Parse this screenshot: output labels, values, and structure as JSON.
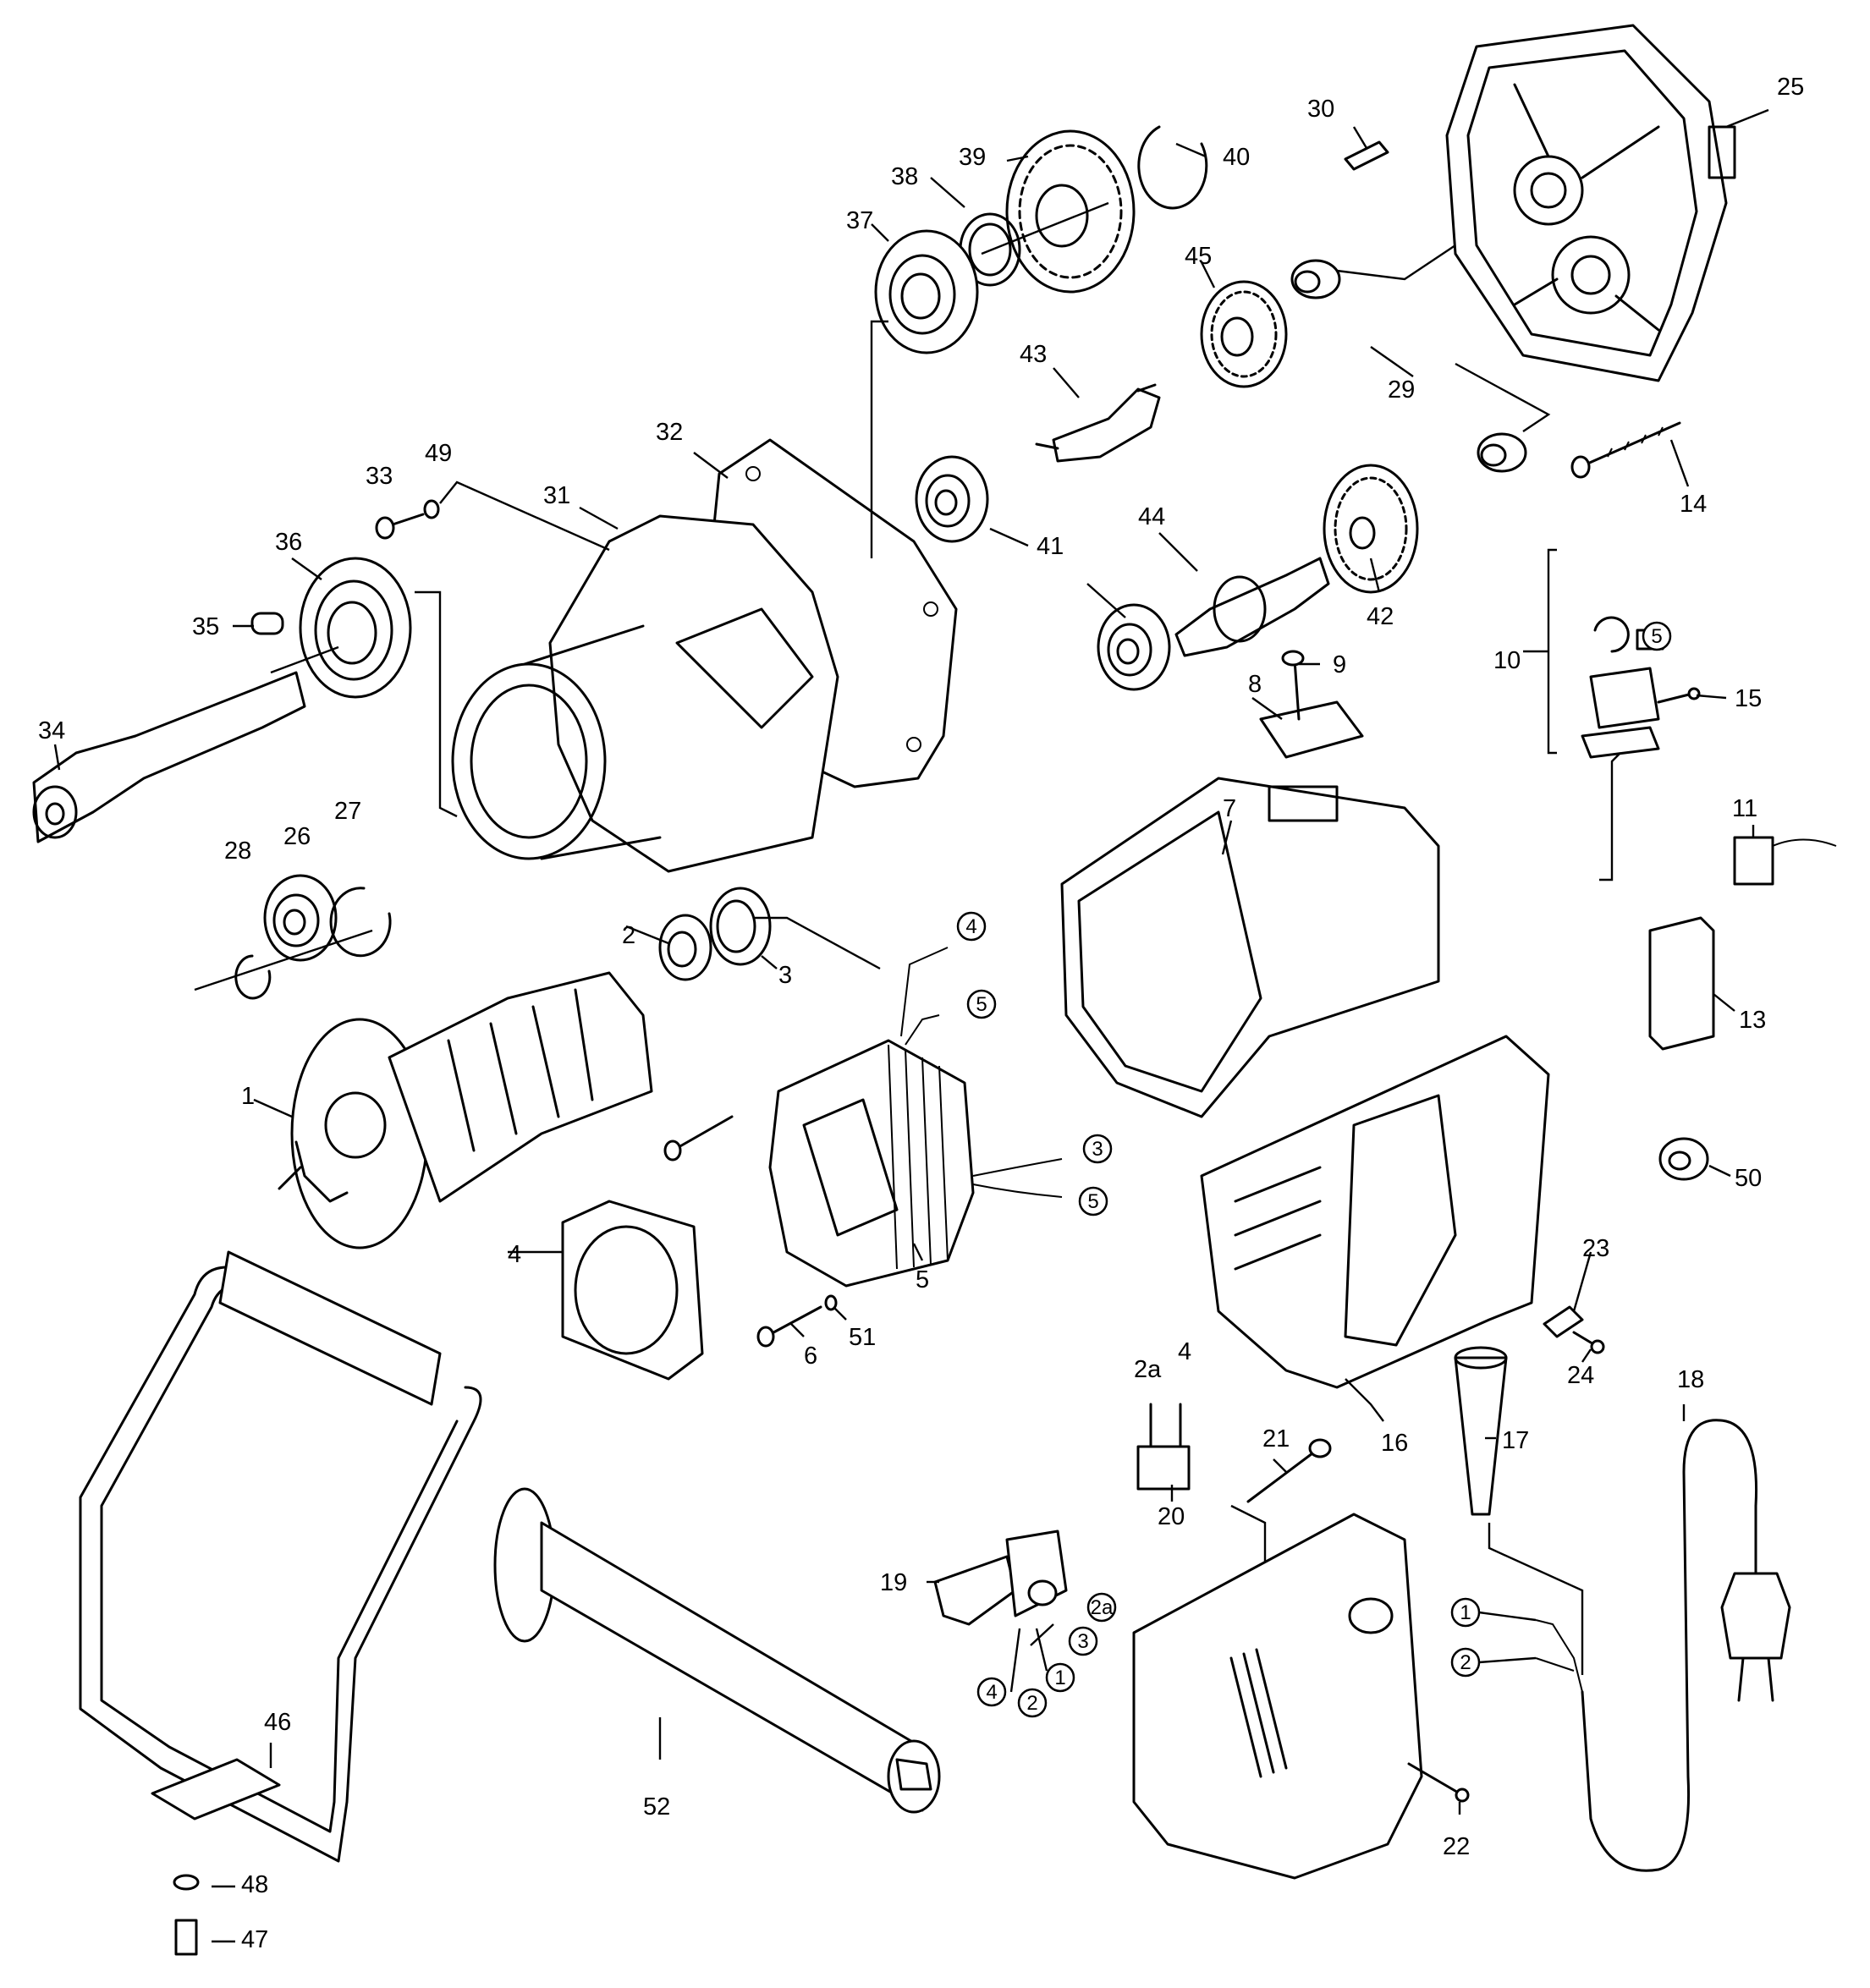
{
  "labels": {
    "l1": "1",
    "l2": "2",
    "l3": "3",
    "l4": "4",
    "l5": "5",
    "l6": "6",
    "l7": "7",
    "l8": "8",
    "l9": "9",
    "l10": "10",
    "l11": "11",
    "l13": "13",
    "l14": "14",
    "l15": "15",
    "l16": "16",
    "l17": "17",
    "l18": "18",
    "l19": "19",
    "l20": "20",
    "l21": "21",
    "l22": "22",
    "l23": "23",
    "l24": "24",
    "l25": "25",
    "l26": "26",
    "l27": "27",
    "l28": "28",
    "l29": "29",
    "l30": "30",
    "l31": "31",
    "l32": "32",
    "l33": "33",
    "l34": "34",
    "l35": "35",
    "l36": "36",
    "l37": "37",
    "l38": "38",
    "l39": "39",
    "l40": "40",
    "l41": "41",
    "l42": "42",
    "l43": "43",
    "l44": "44",
    "l45": "45",
    "l46": "46",
    "l47": "47",
    "l48": "48",
    "l49": "49",
    "l50": "50",
    "l51": "51",
    "l52": "52",
    "l2a": "2a",
    "l4b": "4"
  },
  "dash_labels": {
    "l47": "47",
    "l48": "48"
  },
  "wire_markers": {
    "w4a": "4",
    "w5a": "5",
    "w3b": "3",
    "w5b": "5",
    "w5c": "5",
    "s2a": "2a",
    "s3": "3",
    "s1": "1",
    "s2": "2",
    "s4": "4",
    "c1": "1",
    "c2": "2"
  }
}
